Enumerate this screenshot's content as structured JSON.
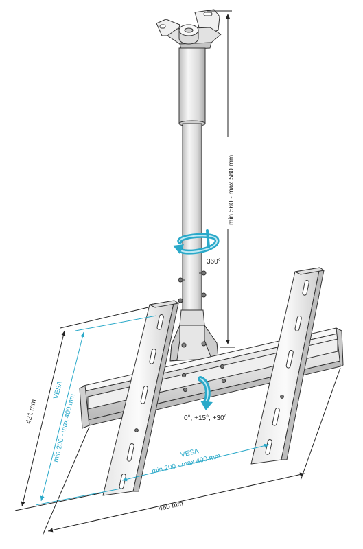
{
  "labels": {
    "height_range": "min 560 - max 580 mm",
    "rotation": "360°",
    "tilt": "0°, +15°, +30°",
    "plate_height": "421 mm",
    "vesa_vertical_title": "VESA",
    "vesa_vertical_range": "min 200 - max 400 mm",
    "vesa_horizontal_title": "VESA",
    "vesa_horizontal_range": "min 200 - max 400 mm",
    "plate_width": "480 mm"
  },
  "colors": {
    "outline": "#333333",
    "metal_light": "#f2f2f2",
    "metal_mid": "#d6d6d6",
    "metal_dark": "#a8a8a8",
    "accent": "#2aa9c9",
    "dimension": "#222222"
  }
}
